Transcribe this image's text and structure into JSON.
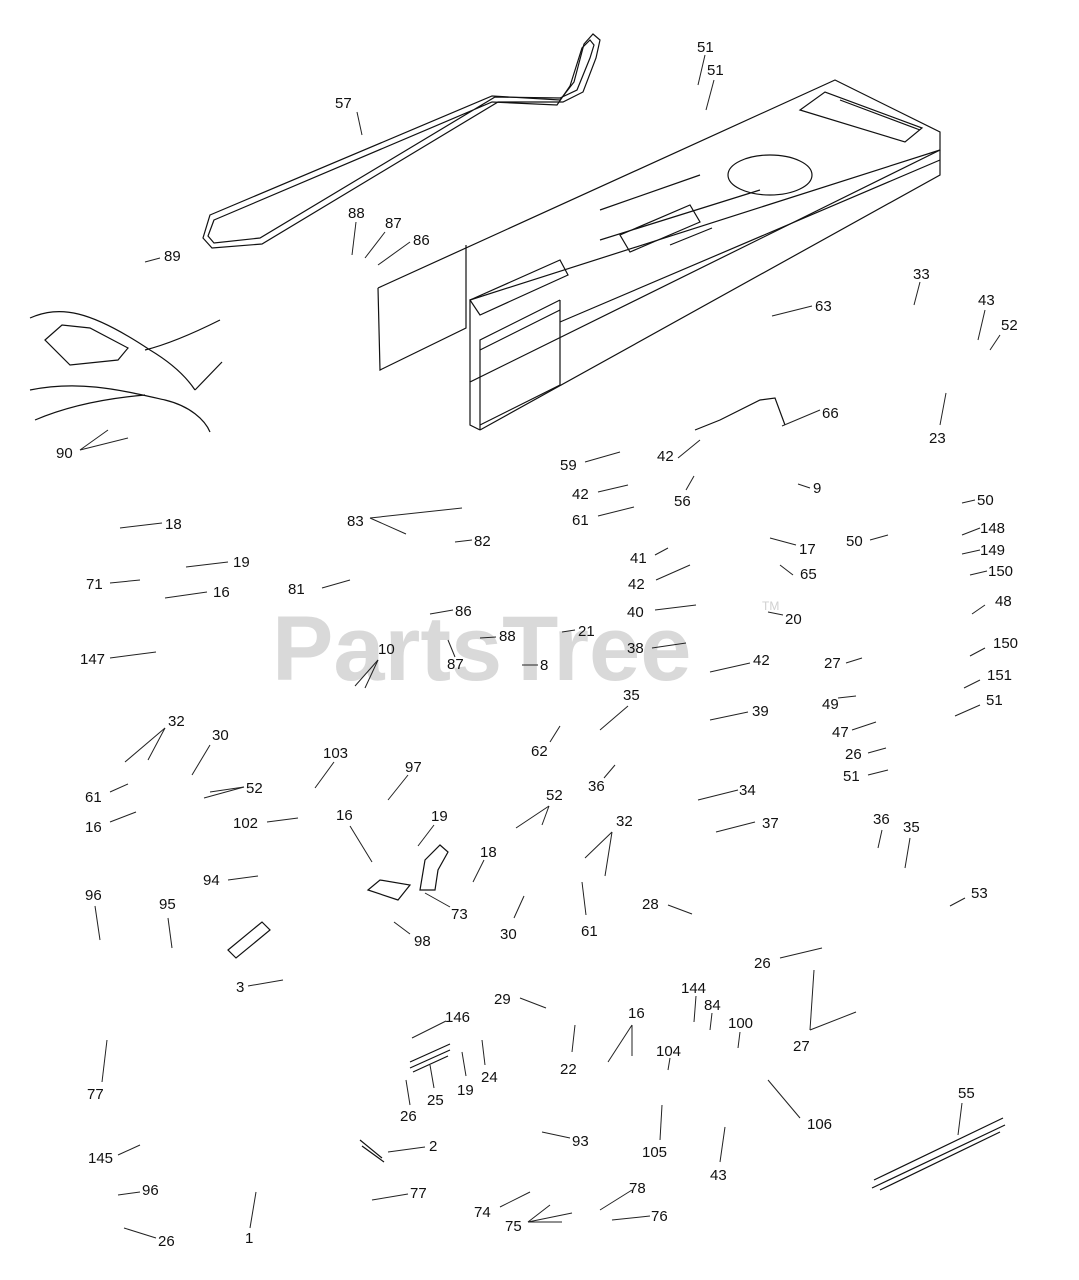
{
  "watermark": {
    "text": "PartsTree",
    "trademark": "TM"
  },
  "callouts": [
    "57",
    "51",
    "51",
    "88",
    "87",
    "86",
    "89",
    "33",
    "43",
    "52",
    "63",
    "90",
    "23",
    "66",
    "59",
    "42",
    "9",
    "42",
    "56",
    "50",
    "18",
    "83",
    "82",
    "61",
    "148",
    "50",
    "17",
    "19",
    "149",
    "41",
    "71",
    "16",
    "81",
    "42",
    "65",
    "150",
    "86",
    "40",
    "20",
    "48",
    "147",
    "88",
    "21",
    "10",
    "38",
    "150",
    "8",
    "87",
    "27",
    "42",
    "151",
    "35",
    "39",
    "49",
    "51",
    "32",
    "47",
    "30",
    "62",
    "26",
    "103",
    "97",
    "36",
    "51",
    "61",
    "52",
    "34",
    "16",
    "52",
    "37",
    "102",
    "16",
    "19",
    "32",
    "36",
    "35",
    "18",
    "94",
    "53",
    "96",
    "73",
    "95",
    "28",
    "30",
    "61",
    "98",
    "26",
    "3",
    "29",
    "144",
    "84",
    "16",
    "146",
    "100",
    "27",
    "104",
    "77",
    "24",
    "22",
    "25",
    "19",
    "26",
    "55",
    "106",
    "93",
    "105",
    "2",
    "43",
    "145",
    "78",
    "96",
    "77",
    "74",
    "76",
    "75",
    "26",
    "1"
  ]
}
